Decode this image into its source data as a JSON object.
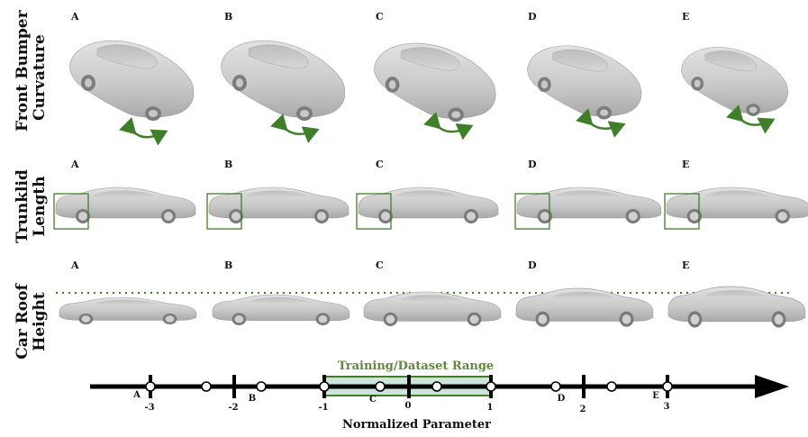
{
  "rows": [
    {
      "label_line1": "Front Bumper",
      "label_line2": "Curvature"
    },
    {
      "label_line1": "Trunklid",
      "label_line2": "Length"
    },
    {
      "label_line1": "Car Roof",
      "label_line2": "Height"
    }
  ],
  "column_letters": [
    "A",
    "B",
    "C",
    "D",
    "E"
  ],
  "axis": {
    "title": "Normalized Parameter",
    "range_label": "Training/Dataset Range",
    "ticks": [
      "-3",
      "-2",
      "-1",
      "0",
      "1",
      "2",
      "3"
    ],
    "point_labels": [
      "A",
      "B",
      "C",
      "D",
      "E"
    ]
  },
  "colors": {
    "accent_green": "#3f7f2a",
    "range_fill": "#cfe3dc",
    "car_gray": "#c9c9c9",
    "axis": "#000000"
  }
}
